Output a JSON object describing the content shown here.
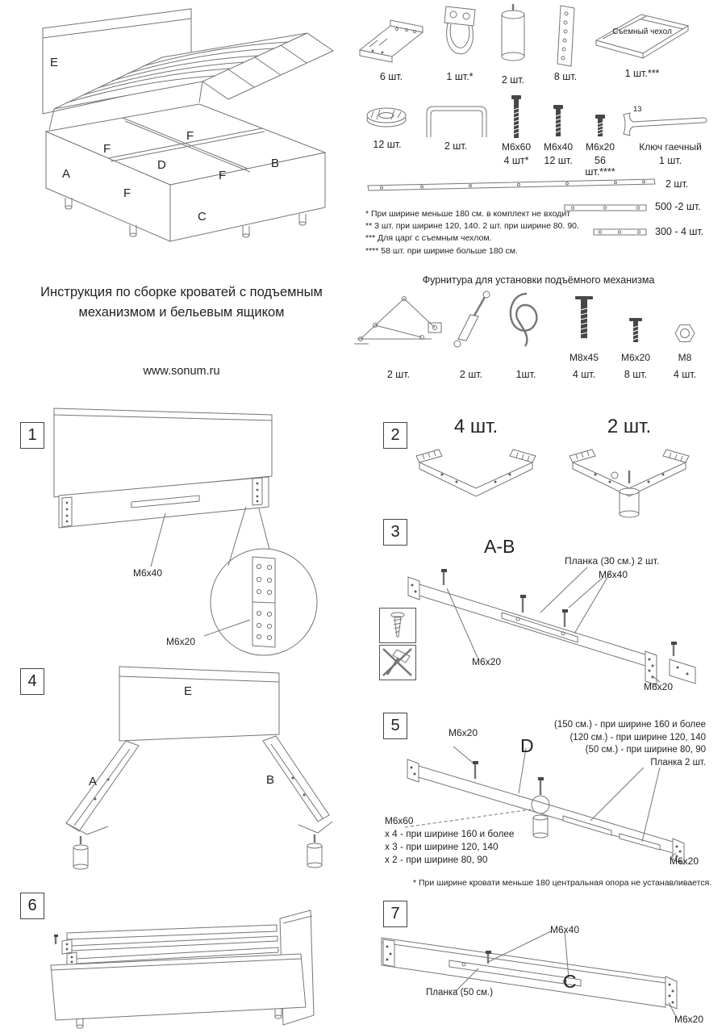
{
  "header": {
    "title": "Инструкция по сборке кроватей с подъемным механизмом и бельевым ящиком",
    "website": "www.sonum.ru"
  },
  "overview": {
    "labels": {
      "e": "E",
      "f1": "F",
      "f2": "F",
      "d": "D",
      "a": "A",
      "b": "B",
      "f3": "F",
      "f4": "F",
      "c": "C"
    }
  },
  "parts": {
    "row1": [
      {
        "icon": "corner-bracket-icon",
        "qty": "6 шт."
      },
      {
        "icon": "hook-bracket-icon",
        "qty": "1 шт.*"
      },
      {
        "icon": "leg-cylinder-icon",
        "qty": "2 шт."
      },
      {
        "icon": "mounting-plate-icon",
        "qty": "8 шт."
      },
      {
        "icon": "removable-cover-icon",
        "label": "Съемный чехол",
        "qty": "1 шт.***"
      }
    ],
    "row2": [
      {
        "icon": "washer-stack-icon",
        "qty": "12 шт."
      },
      {
        "icon": "u-bracket-icon",
        "qty": "2 шт."
      },
      {
        "icon": "bolt-icon",
        "label": "М6х60",
        "qty": "4 шт*"
      },
      {
        "icon": "bolt-icon",
        "label": "М6х40",
        "qty": "12 шт."
      },
      {
        "icon": "bolt-icon",
        "label": "М6х20",
        "qty": "56 шт.****"
      },
      {
        "icon": "wrench-icon",
        "label": "Ключ гаечный",
        "qty": "1 шт.",
        "size": "13"
      }
    ],
    "bars": [
      {
        "icon": "long-rail-icon",
        "qty": "2 шт."
      },
      {
        "icon": "rail-500-icon",
        "qty": "500 -2 шт."
      },
      {
        "icon": "rail-300-icon",
        "qty": "300 - 4 шт."
      }
    ],
    "notes": [
      "* При ширине меньше 180 см. в комплект не входит",
      "** 3 шт. при ширине  120, 140. 2 шт. при ширине 80. 90.",
      "*** Для царг с съемным чехлом.",
      "**** 58 шт. при ширине больше 180 см."
    ]
  },
  "mechanism": {
    "title": "Фурнитура для установки подъёмного механизма",
    "items": [
      {
        "icon": "lift-mechanism-icon",
        "qty": "2 шт."
      },
      {
        "icon": "gas-strut-icon",
        "qty": "2 шт."
      },
      {
        "icon": "strap-icon",
        "qty": "1шт."
      },
      {
        "icon": "bolt-icon",
        "label": "М8х45",
        "qty": "4 шт."
      },
      {
        "icon": "bolt-icon",
        "label": "М6х20",
        "qty": "8 шт."
      },
      {
        "icon": "nut-icon",
        "label": "М8",
        "qty": "4 шт."
      }
    ]
  },
  "steps": {
    "s1": {
      "num": "1",
      "m6x40": "М6х40",
      "m6x20": "М6х20"
    },
    "s2": {
      "num": "2",
      "qty_left": "4 шт.",
      "qty_right": "2 шт."
    },
    "s3": {
      "num": "3",
      "title": "A-B",
      "planka": "Планка (30 см.)  2 шт.",
      "m6x40": "М6х40",
      "m6x20_left": "М6х20",
      "m6x20_right": "М6х20"
    },
    "s4": {
      "num": "4",
      "e": "E",
      "a": "A",
      "b": "B"
    },
    "s5": {
      "num": "5",
      "width_options": [
        "(150 см.) - при ширине 160 и более",
        "(120 см.) - при ширине 120, 140",
        "(50 см.) - при ширине 80, 90",
        "Планка 2 шт."
      ],
      "m6x20_top": "М6х20",
      "d": "D",
      "m6x60": "М6х60",
      "bolt_counts": [
        "х 4 - при ширине 160 и более",
        "х 3 - при ширине 120, 140",
        "х 2 - при ширине 80, 90"
      ],
      "m6x20_bottom": "М6х20",
      "note": "* При ширине кровати меньше 180 центральная опора не устанавливается."
    },
    "s6": {
      "num": "6"
    },
    "s7": {
      "num": "7",
      "m6x40": "М6х40",
      "planka": "Планка (50 см.)",
      "c": "C",
      "m6x20": "М6х20"
    }
  }
}
